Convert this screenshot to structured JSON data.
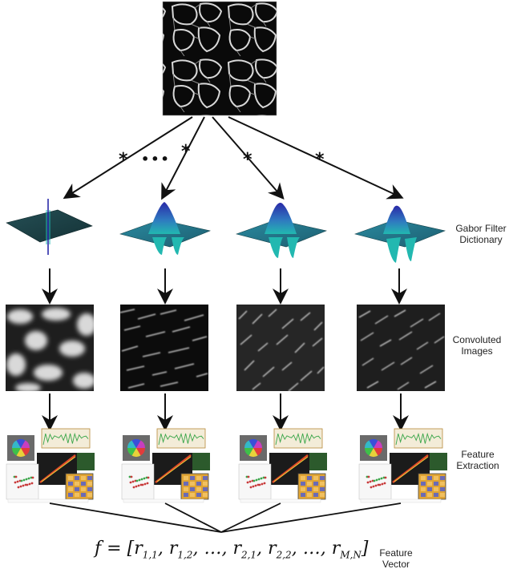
{
  "operator_symbol": "*",
  "ellipsis": "•••",
  "labels": {
    "gabor": [
      "Gabor Filter",
      "Dictionary"
    ],
    "convoluted": [
      "Convoluted",
      "Images"
    ],
    "feature_extraction": [
      "Feature",
      "Extraction"
    ],
    "feature_vector": [
      "Feature",
      "Vector"
    ]
  },
  "formula": {
    "lhs": "f",
    "equals": "=",
    "terms": [
      {
        "base": "r",
        "sub": "1,1"
      },
      {
        "base": "r",
        "sub": "1,2"
      },
      {
        "base": "",
        "sub": "",
        "text": "…"
      },
      {
        "base": "r",
        "sub": "2,1"
      },
      {
        "base": "r",
        "sub": "2,2"
      },
      {
        "base": "",
        "sub": "",
        "text": "…"
      },
      {
        "base": "r",
        "sub": "M,N"
      }
    ]
  },
  "colors": {
    "line": "#111111",
    "filter_low": "#22b8b0",
    "filter_high": "#2a2aa8",
    "flat_plane": "#1d4b4b"
  }
}
